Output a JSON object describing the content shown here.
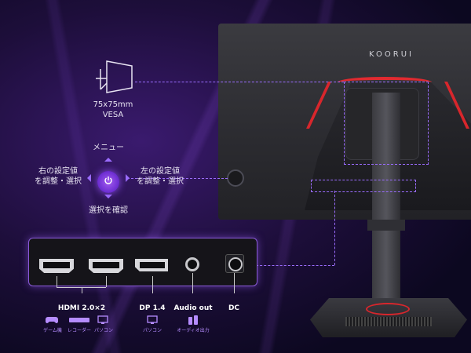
{
  "brand": "KOORUI",
  "vesa": {
    "size": "75x75mm",
    "label": "VESA"
  },
  "joystick": {
    "top": "メニュー",
    "left_line1": "右の設定値",
    "left_line2": "を調整・選択",
    "right_line1": "左の設定値",
    "right_line2": "を調整・選択",
    "bottom": "選択を確認"
  },
  "ports": {
    "hdmi_label": "HDMI 2.0×2",
    "dp_label": "DP 1.4",
    "audio_label": "Audio out",
    "dc_label": "DC",
    "hdmi_uses": [
      "ゲーム機",
      "レコーダー",
      "パソコン"
    ],
    "dp_use": "パソコン",
    "audio_use": "オーディオ出力"
  },
  "colors": {
    "accent": "#9b6cff",
    "red_light": "#e02a30",
    "background": "#1d0e3a"
  }
}
